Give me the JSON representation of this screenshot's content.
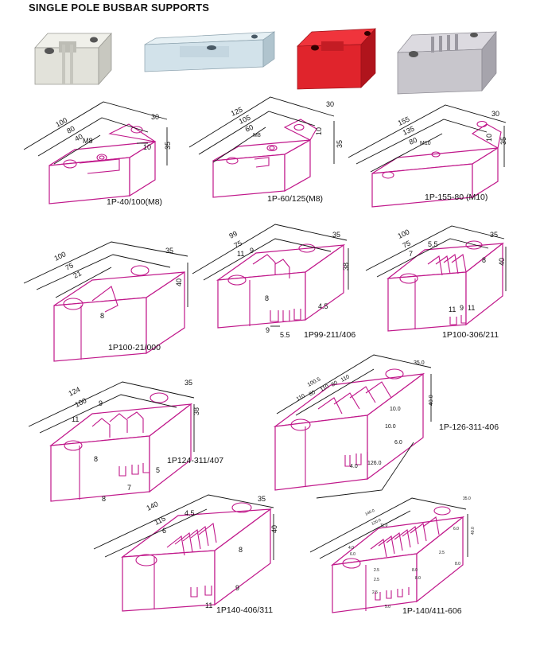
{
  "title": "SINGLE POLE BUSBAR SUPPORTS",
  "photo_colors": {
    "white": "#e4e4dc",
    "light_blue": "#cfe0ea",
    "red": "#e0242c",
    "grey": "#c8c6cc"
  },
  "line_color": "#c0178a",
  "models": [
    {
      "label": "1P-40/100(M8)",
      "dims": [
        "100",
        "80",
        "40",
        "30",
        "10",
        "35",
        "M8"
      ]
    },
    {
      "label": "1P-60/125(M8)",
      "dims": [
        "125",
        "105",
        "60",
        "30",
        "10",
        "35",
        "M8"
      ]
    },
    {
      "label": "1P-155-80 (M10)",
      "dims": [
        "155",
        "135",
        "80",
        "30",
        "10",
        "35",
        "M10"
      ]
    },
    {
      "label": "1P100-21/000",
      "dims": [
        "100",
        "75",
        "21",
        "35",
        "40",
        "8"
      ]
    },
    {
      "label": "1P99-211/406",
      "dims": [
        "99",
        "75",
        "11",
        "9",
        "35",
        "38",
        "8",
        "4.5",
        "9",
        "5.5"
      ]
    },
    {
      "label": "1P100-306/211",
      "dims": [
        "100",
        "75",
        "7",
        "5.5",
        "35",
        "40",
        "8",
        "11",
        "9",
        "11"
      ]
    },
    {
      "label": "1P124-311/407",
      "dims": [
        "124",
        "100",
        "9",
        "11",
        "35",
        "38",
        "8",
        "7",
        "8",
        "5"
      ]
    },
    {
      "label": "1P-126-311-406",
      "dims": [
        "100.5",
        "110",
        "80",
        "110",
        "80",
        "110",
        "35.0",
        "40.0",
        "10.0",
        "10.0",
        "6.0",
        "4.0",
        "126.0"
      ]
    },
    {
      "label": "1P140-406/311",
      "dims": [
        "140",
        "115",
        "4.5",
        "6",
        "35",
        "40",
        "8",
        "9",
        "11"
      ]
    },
    {
      "label": "1P-140/411-606",
      "dims": [
        "140.0",
        "120.0",
        "4.0",
        "6.0",
        "11.0",
        "35.0",
        "40.0",
        "6.0",
        "2.5",
        "8.0",
        "8.0",
        "2.5",
        "2.5",
        "8.0",
        "2.5",
        "5.0"
      ]
    }
  ]
}
